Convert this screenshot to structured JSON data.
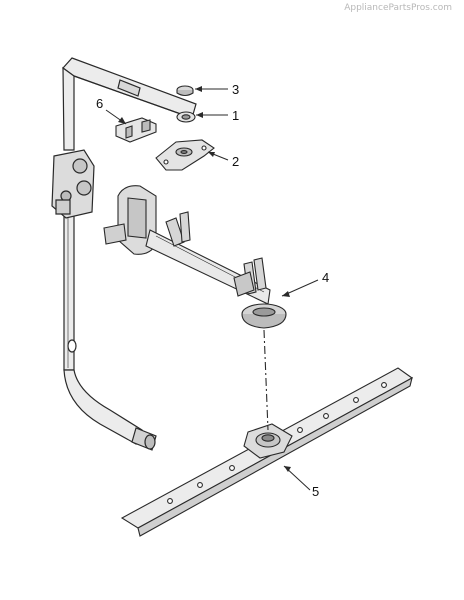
{
  "watermark": "AppliancePartsPros.com",
  "callouts": [
    {
      "label": "3",
      "part": "cap"
    },
    {
      "label": "1",
      "part": "bearing"
    },
    {
      "label": "6",
      "part": "clip"
    },
    {
      "label": "2",
      "part": "mount-bracket"
    },
    {
      "label": "4",
      "part": "spray-arm-manifold"
    },
    {
      "label": "5",
      "part": "lower-spray-arm"
    }
  ],
  "colors": {
    "line": "#2a2a2a",
    "fill_light": "#e9e9e9",
    "fill_mid": "#cfcfcf",
    "fill_dark": "#9a9a9a"
  }
}
